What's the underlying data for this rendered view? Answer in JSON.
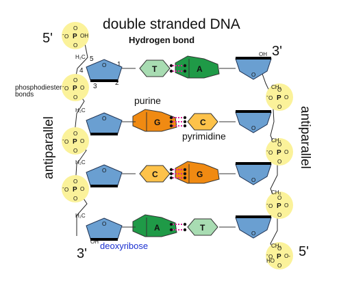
{
  "title": "double stranded DNA",
  "hydrogen_bond_label": "Hydrogen bond",
  "end_labels": {
    "top_left": "5'",
    "top_right": "3'",
    "bottom_left": "3'",
    "bottom_right": "5'"
  },
  "side_labels": {
    "left": "antiparallel",
    "right": "antiparallel"
  },
  "phosphodiester_label": [
    "phosphodiester",
    "bonds"
  ],
  "purine_label": "purine",
  "pyrimidine_label": "pyrimidine",
  "deoxyribose_label": "deoxyribose",
  "carbon_numbers": [
    "5",
    "4",
    "3",
    "2",
    "1"
  ],
  "phosphate_text": {
    "p": "P",
    "o": "O",
    "oh": "OH",
    "ho": "HO",
    "neg": "-"
  },
  "sugar_text": {
    "h2c": "H₂C",
    "ch2": "CH₂",
    "oh": "OH",
    "o": "O"
  },
  "base_pairs": [
    {
      "left": "T",
      "right": "A"
    },
    {
      "left": "G",
      "right": "C"
    },
    {
      "left": "C",
      "right": "G"
    },
    {
      "left": "A",
      "right": "T"
    }
  ],
  "colors": {
    "T": "#a8dcb2",
    "A": "#1f9a47",
    "G": "#f08a12",
    "C": "#fdc24a",
    "sugar": "#6a9fd1",
    "phosphate": "#fbf29a",
    "hbond": "#e0209a",
    "deoxyribose_text": "#1a2fd0"
  }
}
